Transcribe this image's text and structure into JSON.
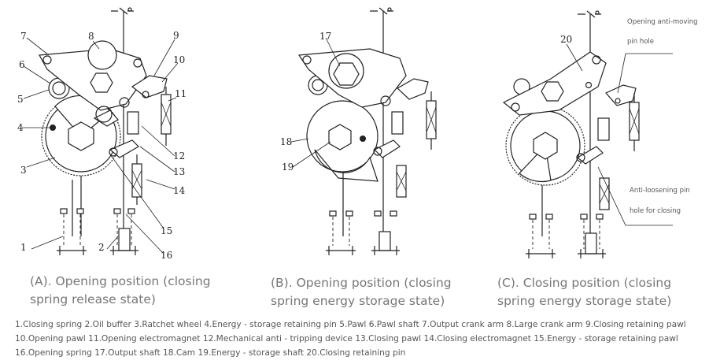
{
  "captions": {
    "a_line1": "(A). Opening position (closing",
    "a_line2": "spring release state)",
    "b_line1": "(B). Opening position (closing",
    "b_line2": "spring energy storage state)",
    "c_line1": "(C).  Closing  position  (closing",
    "c_line2": "spring energy storage state)"
  },
  "callouts_a": [
    "1",
    "2",
    "3",
    "4",
    "5",
    "6",
    "7",
    "8",
    "9",
    "10",
    "11",
    "12",
    "13",
    "14",
    "15",
    "16"
  ],
  "callouts_b": [
    "17",
    "18",
    "19"
  ],
  "callouts_c": [
    "20"
  ],
  "notes_c": {
    "opening_line1": "Opening anti-moving",
    "opening_line2": "pin hole",
    "closing_line1": "Anti-loosening pin",
    "closing_line2": "hole for closing"
  },
  "legend": {
    "text": "1.Closing spring   2.Oil buffer   3.Ratchet wheel   4.Energy - storage retaining pin   5.Pawl   6.Pawl shaft   7.Output crank arm   8.Large crank arm   9.Closing retaining pawl   10.Opening pawl   11.Opening electromagnet   12.Mechanical anti - tripping device   13.Closing pawl   14.Closing electromagnet   15.Energy - storage retaining pawl   16.Opening spring   17.Output shaft   18.Cam   19.Energy - storage shaft   20.Closing retaining pin"
  }
}
